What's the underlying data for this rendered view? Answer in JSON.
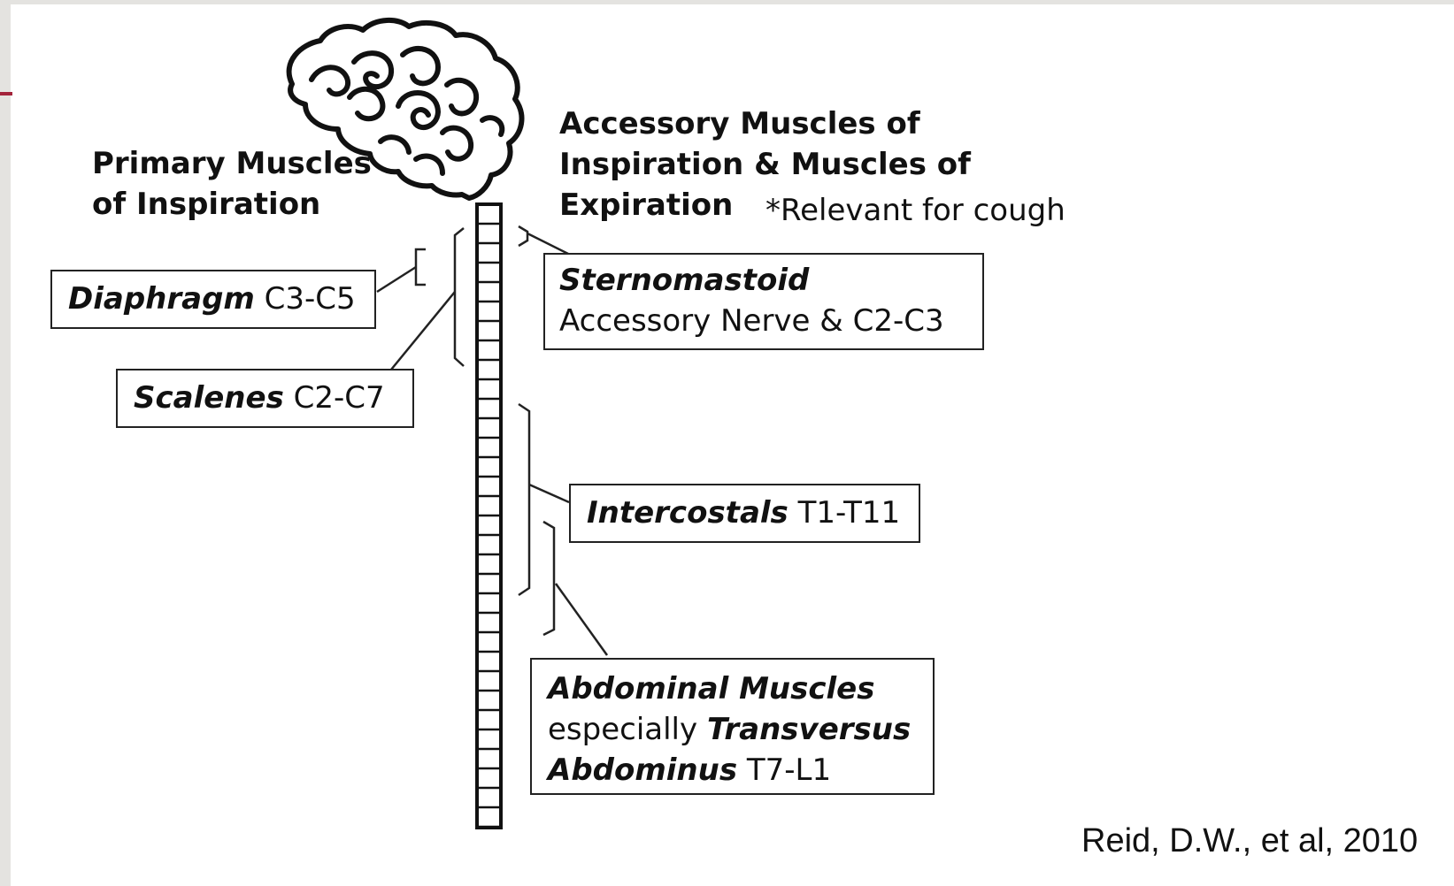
{
  "heading_left": [
    "Primary Muscles",
    "of Inspiration"
  ],
  "heading_right": [
    "Accessory Muscles of",
    "Inspiration & Muscles of",
    "Expiration"
  ],
  "note": "*Relevant for cough",
  "boxes": {
    "diaphragm": {
      "name": "Diaphragm",
      "nerve": "C3-C5"
    },
    "scalenes": {
      "name": "Scalenes",
      "nerve": "C2-C7"
    },
    "sternomastoid": {
      "name": "Sternomastoid",
      "nerve": "Accessory Nerve & C2-C3"
    },
    "intercostals": {
      "name": "Intercostals",
      "nerve": "T1-T11"
    },
    "abdominal": {
      "name": "Abdominal Muscles",
      "prefix": "especially",
      "name2": "Transversus",
      "name3": "Abdominus",
      "nerve": "T7-L1"
    }
  },
  "citation": "Reid, D.W., et al, 2010",
  "colors": {
    "accent": "#a3233a",
    "line": "#222222",
    "background": "#ffffff"
  },
  "icons": [
    "brain-icon",
    "spinal-cord-icon"
  ]
}
